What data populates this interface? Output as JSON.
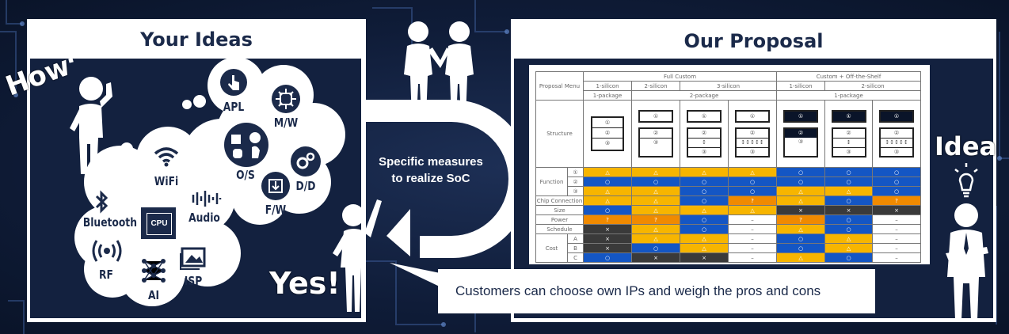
{
  "left_panel": {
    "title": "Your Ideas",
    "how": "How",
    "question": "?",
    "yes": "Yes!",
    "cloud_small": [
      "APL",
      "M/W",
      "O/S",
      "D/D",
      "F/W"
    ],
    "cloud_large": [
      "WiFi",
      "Bluetooth",
      "Audio",
      "CPU",
      "RF",
      "AI",
      "ISP"
    ]
  },
  "middle": {
    "measures_line1": "Specific measures",
    "measures_line2": "to realize SoC"
  },
  "right_panel": {
    "title": "Our Proposal",
    "idea": "Idea"
  },
  "callout": "Customers can choose own IPs and weigh the pros and cons",
  "proposal_table": {
    "menu_label": "Proposal Menu",
    "groups": [
      "Full Custom",
      "Custom + Off-the-Shelf"
    ],
    "silicon": [
      "1-silicon",
      "2-silicon",
      "3-silicon",
      "1-silicon",
      "2-silicon"
    ],
    "packages": [
      "1-package",
      "2-package",
      "1-package"
    ],
    "structure_label": "Structure",
    "rows": [
      {
        "label": "Function",
        "sub": "①",
        "cells": [
          {
            "c": "y",
            "t": "△"
          },
          {
            "c": "y",
            "t": "△"
          },
          {
            "c": "y",
            "t": "△"
          },
          {
            "c": "y",
            "t": "△"
          },
          {
            "c": "b",
            "t": "○"
          },
          {
            "c": "b",
            "t": "○"
          },
          {
            "c": "b",
            "t": "○"
          }
        ]
      },
      {
        "label": "",
        "sub": "②",
        "cells": [
          {
            "c": "b",
            "t": "○"
          },
          {
            "c": "b",
            "t": "○"
          },
          {
            "c": "b",
            "t": "○"
          },
          {
            "c": "b",
            "t": "○"
          },
          {
            "c": "b",
            "t": "○"
          },
          {
            "c": "b",
            "t": "○"
          },
          {
            "c": "b",
            "t": "○"
          }
        ]
      },
      {
        "label": "",
        "sub": "③",
        "cells": [
          {
            "c": "y",
            "t": "△"
          },
          {
            "c": "y",
            "t": "△"
          },
          {
            "c": "b",
            "t": "○"
          },
          {
            "c": "b",
            "t": "○"
          },
          {
            "c": "y",
            "t": "△"
          },
          {
            "c": "y",
            "t": "△"
          },
          {
            "c": "b",
            "t": "○"
          }
        ]
      },
      {
        "label": "Chip Connection",
        "sub": "",
        "cells": [
          {
            "c": "y",
            "t": "△"
          },
          {
            "c": "y",
            "t": "△"
          },
          {
            "c": "b",
            "t": "○"
          },
          {
            "c": "o",
            "t": "?"
          },
          {
            "c": "y",
            "t": "△"
          },
          {
            "c": "b",
            "t": "○"
          },
          {
            "c": "o",
            "t": "?"
          }
        ]
      },
      {
        "label": "Size",
        "sub": "",
        "cells": [
          {
            "c": "b",
            "t": "○"
          },
          {
            "c": "y",
            "t": "△"
          },
          {
            "c": "y",
            "t": "△"
          },
          {
            "c": "y",
            "t": "△"
          },
          {
            "c": "k",
            "t": "×"
          },
          {
            "c": "k",
            "t": "×"
          },
          {
            "c": "k",
            "t": "×"
          }
        ]
      },
      {
        "label": "Power",
        "sub": "",
        "cells": [
          {
            "c": "o",
            "t": "?"
          },
          {
            "c": "o",
            "t": "?"
          },
          {
            "c": "b",
            "t": "○"
          },
          {
            "c": "w",
            "t": "–"
          },
          {
            "c": "o",
            "t": "?"
          },
          {
            "c": "b",
            "t": "○"
          },
          {
            "c": "w",
            "t": "–"
          }
        ]
      },
      {
        "label": "Schedule",
        "sub": "",
        "cells": [
          {
            "c": "k",
            "t": "×"
          },
          {
            "c": "y",
            "t": "△"
          },
          {
            "c": "b",
            "t": "○"
          },
          {
            "c": "w",
            "t": "–"
          },
          {
            "c": "y",
            "t": "△"
          },
          {
            "c": "b",
            "t": "○"
          },
          {
            "c": "w",
            "t": "–"
          }
        ]
      },
      {
        "label": "Cost",
        "sub": "A",
        "cells": [
          {
            "c": "k",
            "t": "×"
          },
          {
            "c": "y",
            "t": "△"
          },
          {
            "c": "y",
            "t": "△"
          },
          {
            "c": "w",
            "t": "–"
          },
          {
            "c": "b",
            "t": "○"
          },
          {
            "c": "y",
            "t": "△"
          },
          {
            "c": "w",
            "t": "–"
          }
        ]
      },
      {
        "label": "",
        "sub": "B",
        "cells": [
          {
            "c": "k",
            "t": "×"
          },
          {
            "c": "b",
            "t": "○"
          },
          {
            "c": "y",
            "t": "△"
          },
          {
            "c": "w",
            "t": "–"
          },
          {
            "c": "b",
            "t": "○"
          },
          {
            "c": "y",
            "t": "△"
          },
          {
            "c": "w",
            "t": "–"
          }
        ]
      },
      {
        "label": "",
        "sub": "C",
        "cells": [
          {
            "c": "b",
            "t": "○"
          },
          {
            "c": "k",
            "t": "×"
          },
          {
            "c": "k",
            "t": "×"
          },
          {
            "c": "w",
            "t": "–"
          },
          {
            "c": "y",
            "t": "△"
          },
          {
            "c": "b",
            "t": "○"
          },
          {
            "c": "w",
            "t": "–"
          }
        ]
      }
    ]
  },
  "colors": {
    "background": "#13213f",
    "yellow": "#f7b500",
    "blue": "#1456c4",
    "orange": "#f08a00",
    "dark_cell": "#3a3a3a"
  }
}
